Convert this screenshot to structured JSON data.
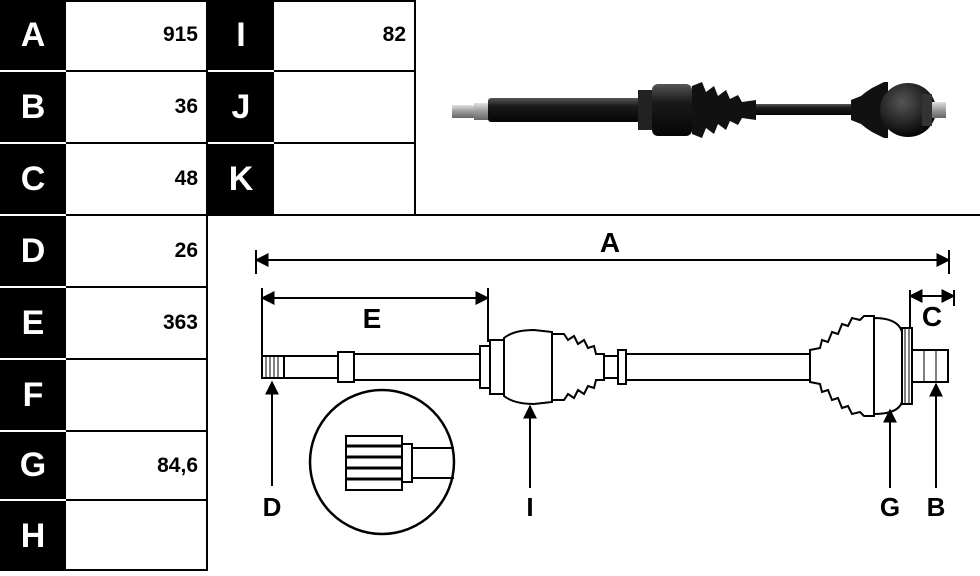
{
  "spec_table": {
    "left_column": [
      {
        "key": "A",
        "value": "915"
      },
      {
        "key": "B",
        "value": "36"
      },
      {
        "key": "C",
        "value": "48"
      },
      {
        "key": "D",
        "value": "26"
      },
      {
        "key": "E",
        "value": "363"
      },
      {
        "key": "F",
        "value": ""
      },
      {
        "key": "G",
        "value": "84,6"
      },
      {
        "key": "H",
        "value": ""
      }
    ],
    "right_column": [
      {
        "key": "I",
        "value": "82"
      },
      {
        "key": "J",
        "value": ""
      },
      {
        "key": "K",
        "value": ""
      }
    ]
  },
  "diagram": {
    "labels": {
      "A": "A",
      "B": "B",
      "C": "C",
      "D": "D",
      "E": "E",
      "G": "G",
      "I": "I"
    }
  },
  "colors": {
    "key_background": "#000000",
    "key_text": "#ffffff",
    "shaft_dark": "#1a1a1a"
  }
}
